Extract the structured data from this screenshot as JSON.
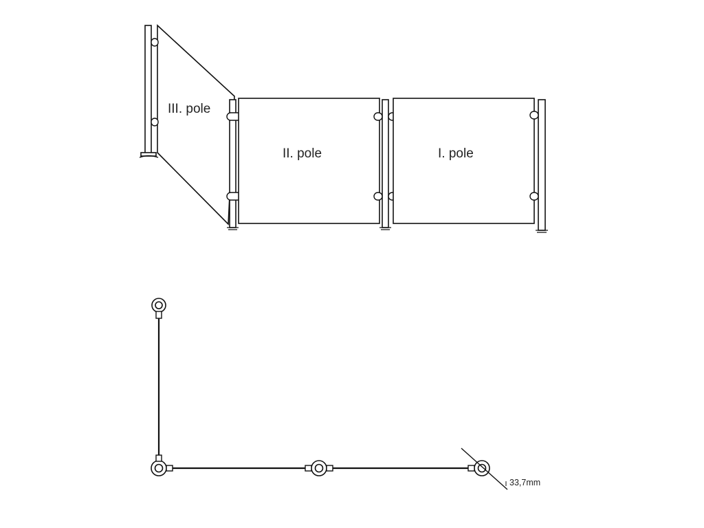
{
  "elevation": {
    "panel_labels": {
      "panel_3": "III. pole",
      "panel_2": "II. pole",
      "panel_1": "I. pole"
    }
  },
  "plan": {
    "dimension_label": "33,7mm"
  },
  "colors": {
    "line": "#111111",
    "background": "#ffffff"
  }
}
